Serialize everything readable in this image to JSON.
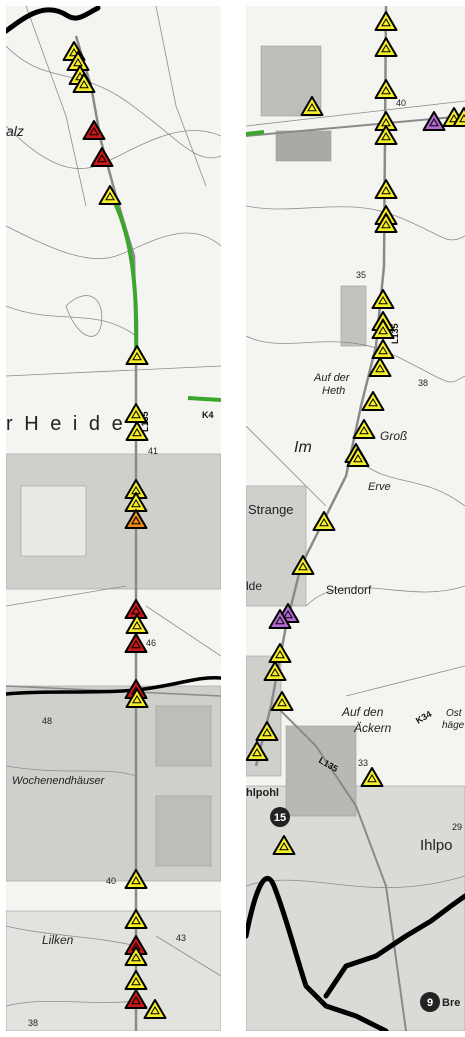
{
  "colors": {
    "map_background": "#f4f4f1",
    "built_area": "#c9c9c6",
    "road": "#9a9a9a",
    "green_route": "#3aa62c",
    "boundary": "#000000",
    "marker_yellow": "#f7ee2a",
    "marker_red": "#c81818",
    "marker_orange": "#e7891a",
    "marker_purple": "#b46ad2"
  },
  "left_panel": {
    "labels": {
      "place_1": "alz",
      "heath": "r  H e  i  d  e",
      "road_k": "K4",
      "road_l135": "L135",
      "num_41": "41",
      "num_46": "46",
      "num_48": "48",
      "num_40": "40",
      "num_43": "43",
      "num_38": "38",
      "settlement_1": "Wochenendhäuser",
      "settlement_2": "Lilken"
    },
    "markers": [
      {
        "color": "yellow"
      },
      {
        "color": "yellow"
      },
      {
        "color": "yellow"
      },
      {
        "color": "yellow"
      },
      {
        "color": "red"
      },
      {
        "color": "red"
      },
      {
        "color": "yellow"
      },
      {
        "color": "yellow"
      },
      {
        "color": "yellow"
      },
      {
        "color": "yellow"
      },
      {
        "color": "yellow"
      },
      {
        "color": "yellow"
      },
      {
        "color": "orange"
      },
      {
        "color": "red"
      },
      {
        "color": "yellow"
      },
      {
        "color": "red"
      },
      {
        "color": "red"
      },
      {
        "color": "yellow"
      },
      {
        "color": "yellow"
      },
      {
        "color": "yellow"
      },
      {
        "color": "red"
      },
      {
        "color": "yellow"
      },
      {
        "color": "yellow"
      },
      {
        "color": "red"
      },
      {
        "color": "yellow"
      }
    ]
  },
  "right_panel": {
    "labels": {
      "road_l135": "L135",
      "place_auf_der_heth": "Auf der",
      "place_heth": "Heth",
      "place_gross": "Groß",
      "place_im": "Im",
      "place_erve": "Erve",
      "place_strange": "Strange",
      "place_olde": "lde",
      "place_stendorf": "Stendorf",
      "place_auf_den_aeckern": "Auf den",
      "place_aeckern": "Äckern",
      "road_k34": "K34",
      "road_l135_b": "L135",
      "place_ost": "Ost",
      "place_haege": "häge",
      "place_ihlpohl_a": "hlpohl",
      "route_badge_15": "15",
      "place_ihlpo": "Ihlpo",
      "num_40": "40",
      "num_35": "35",
      "num_38": "38",
      "num_33": "33",
      "num_29": "29",
      "route_badge_9": "9",
      "place_bre": "Bre"
    },
    "markers": [
      {
        "color": "yellow"
      },
      {
        "color": "yellow"
      },
      {
        "color": "yellow"
      },
      {
        "color": "yellow"
      },
      {
        "color": "yellow"
      },
      {
        "color": "yellow"
      },
      {
        "color": "purple"
      },
      {
        "color": "yellow"
      },
      {
        "color": "yellow"
      },
      {
        "color": "yellow"
      },
      {
        "color": "yellow"
      },
      {
        "color": "yellow"
      },
      {
        "color": "yellow"
      },
      {
        "color": "yellow"
      },
      {
        "color": "yellow"
      },
      {
        "color": "yellow"
      },
      {
        "color": "yellow"
      },
      {
        "color": "yellow"
      },
      {
        "color": "yellow"
      },
      {
        "color": "yellow"
      },
      {
        "color": "yellow"
      },
      {
        "color": "yellow"
      },
      {
        "color": "yellow"
      },
      {
        "color": "purple"
      },
      {
        "color": "purple"
      },
      {
        "color": "yellow"
      },
      {
        "color": "yellow"
      },
      {
        "color": "yellow"
      },
      {
        "color": "yellow"
      },
      {
        "color": "yellow"
      },
      {
        "color": "yellow"
      },
      {
        "color": "yellow"
      }
    ]
  }
}
